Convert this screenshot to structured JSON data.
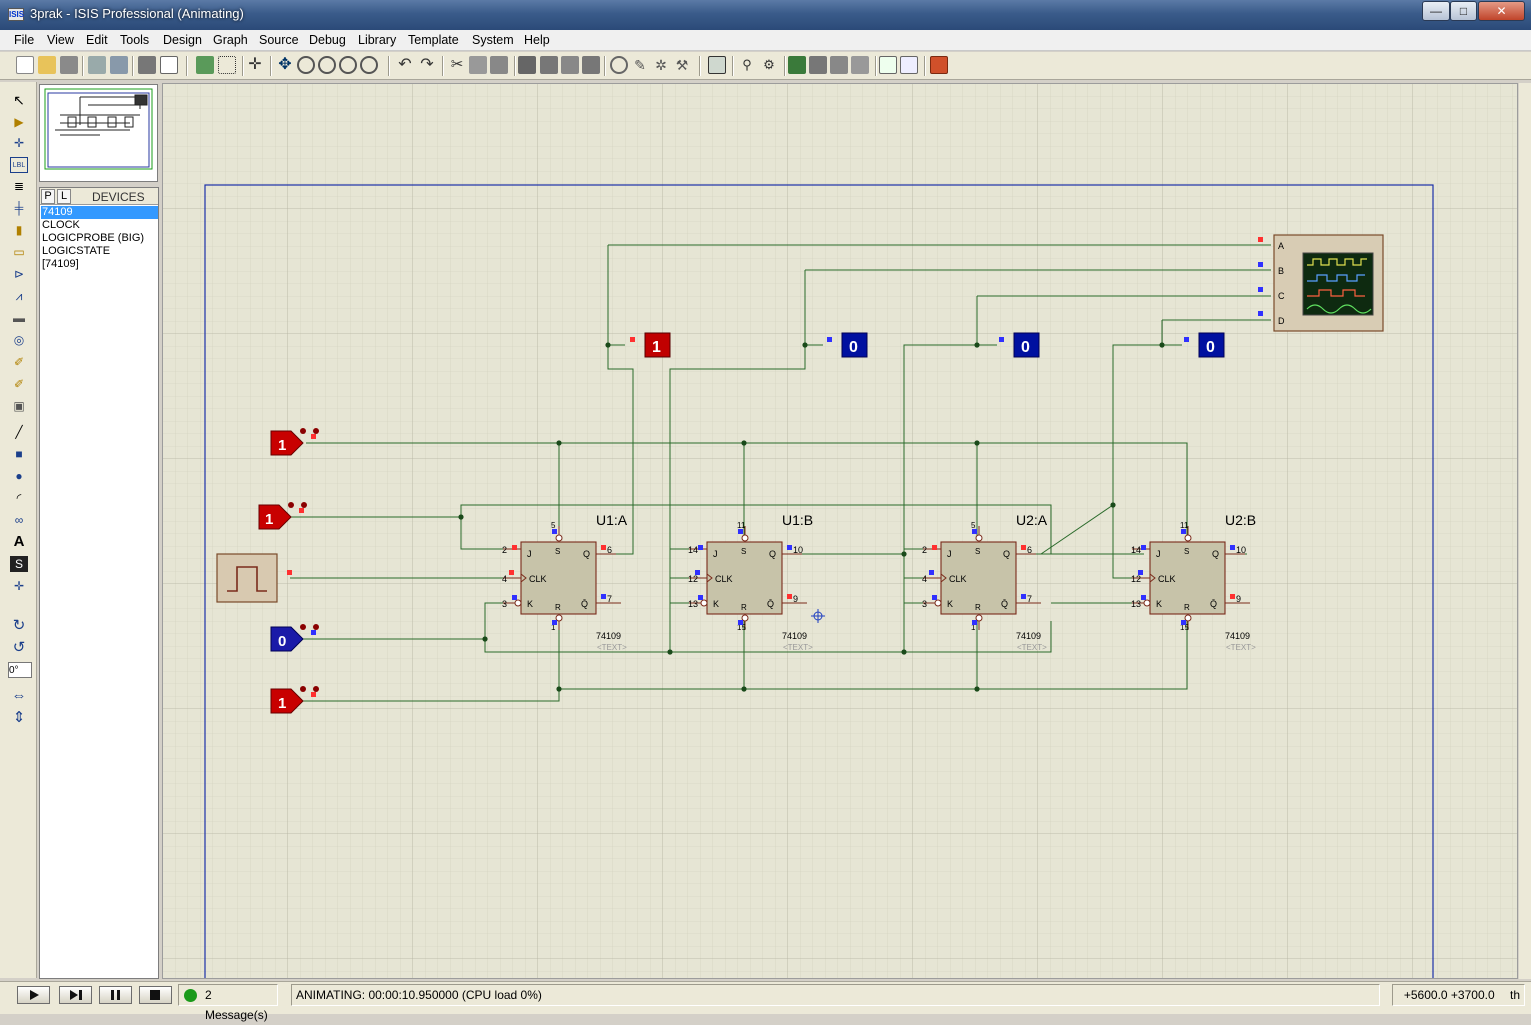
{
  "window": {
    "title": "3prak - ISIS Professional (Animating)",
    "app_icon": "ISIS"
  },
  "window_buttons": {
    "minimize": "—",
    "restore": "□",
    "close": "✕"
  },
  "menu": [
    "File",
    "View",
    "Edit",
    "Tools",
    "Design",
    "Graph",
    "Source",
    "Debug",
    "Library",
    "Template",
    "System",
    "Help"
  ],
  "panel": {
    "tabs": [
      "P",
      "L"
    ],
    "header": "DEVICES",
    "devices": [
      "74109",
      "CLOCK",
      "LOGICPROBE (BIG)",
      "LOGICSTATE",
      "[74109]"
    ],
    "selected_index": 0,
    "rotation": "0°"
  },
  "schematic": {
    "flipflops": [
      {
        "ref": "U1:A",
        "part": "74109",
        "text": "<TEXT>",
        "pins": {
          "j": "2",
          "clk": "4",
          "k": "3",
          "s": "5",
          "r": "1",
          "q": "6",
          "qbar": "7"
        }
      },
      {
        "ref": "U1:B",
        "part": "74109",
        "text": "<TEXT>",
        "pins": {
          "j": "14",
          "clk": "12",
          "k": "13",
          "s": "11",
          "r": "15",
          "q": "10",
          "qbar": "9"
        }
      },
      {
        "ref": "U2:A",
        "part": "74109",
        "text": "<TEXT>",
        "pins": {
          "j": "2",
          "clk": "4",
          "k": "3",
          "s": "5",
          "r": "1",
          "q": "6",
          "qbar": "7"
        }
      },
      {
        "ref": "U2:B",
        "part": "74109",
        "text": "<TEXT>",
        "pins": {
          "j": "14",
          "clk": "12",
          "k": "13",
          "s": "11",
          "r": "15",
          "q": "10",
          "qbar": "9"
        }
      }
    ],
    "pin_labels": {
      "j": "J",
      "clk": "CLK",
      "k": "K",
      "s": "S",
      "r": "R",
      "q": "Q",
      "qbar": "Q̄"
    },
    "logic_states": [
      "1",
      "1",
      "0",
      "1"
    ],
    "probes": [
      "1",
      "0",
      "0",
      "0"
    ],
    "scope_channels": [
      "A",
      "B",
      "C",
      "D"
    ],
    "colors": {
      "high": "#c00000",
      "low": "#0000a0",
      "wire": "#1e5a1e",
      "pin_high": "#ff3030",
      "pin_low": "#3030ff"
    }
  },
  "status": {
    "messages": "2 Message(s)",
    "animation": "ANIMATING: 00:00:10.950000 (CPU load 0%)",
    "coord_x": "+5600.0",
    "coord_y": "+3700.0",
    "units": "th"
  }
}
